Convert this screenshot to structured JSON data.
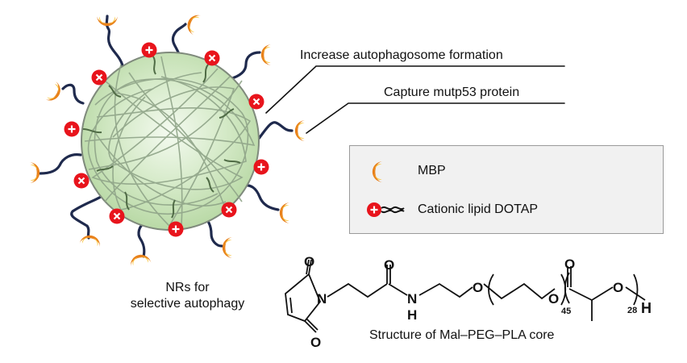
{
  "figure": {
    "annotations": [
      {
        "id": "autophagosome",
        "text": "Increase autophagosome formation"
      },
      {
        "id": "capture",
        "text": "Capture mutp53 protein"
      }
    ],
    "nanoparticle_label_line1": "NRs for",
    "nanoparticle_label_line2": "selective autophagy",
    "legend": {
      "items": [
        {
          "icon": "crescent-icon",
          "label": "MBP"
        },
        {
          "icon": "cationic-lipid-icon",
          "label": "Cationic lipid DOTAP"
        }
      ]
    },
    "structure": {
      "caption": "Structure of Mal–PEG–PLA core",
      "atoms": {
        "O": "O",
        "N": "N",
        "H": "H"
      },
      "peg_repeat": "45",
      "pla_repeat": "28"
    },
    "colors": {
      "core_fill": "#cfe6bf",
      "core_stroke": "#7f8a7c",
      "fiber": "#8fa488",
      "tether": "#1f2a4d",
      "crescent_outer": "#e8801a",
      "crescent_inner": "#f9c94a",
      "charge": "#e8141c",
      "legend_bg": "#f1f1f1"
    }
  }
}
